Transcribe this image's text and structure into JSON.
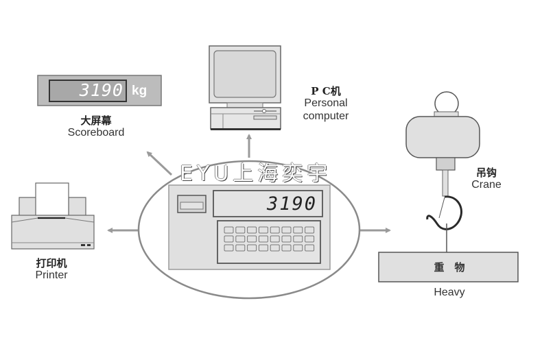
{
  "diagram": {
    "center": {
      "name_watermark": "EYU上海奕宇",
      "indicator_reading": "3190"
    },
    "scoreboard": {
      "reading": "3190",
      "unit": "kg",
      "label_cn": "大屏幕",
      "label_en": "Scoreboard"
    },
    "pc": {
      "label_cn": "P C机",
      "label_en_line1": "Personal",
      "label_en_line2": "computer"
    },
    "printer": {
      "label_cn": "打印机",
      "label_en": "Printer"
    },
    "crane": {
      "label_cn": "吊钩",
      "label_en": "Crane"
    },
    "load": {
      "label_cn": "重　物",
      "label_en": "Heavy"
    },
    "colors": {
      "device_fill": "#e2e2e2",
      "outline": "#555555",
      "arrow": "#999999",
      "display_text": "#ffffff"
    }
  }
}
